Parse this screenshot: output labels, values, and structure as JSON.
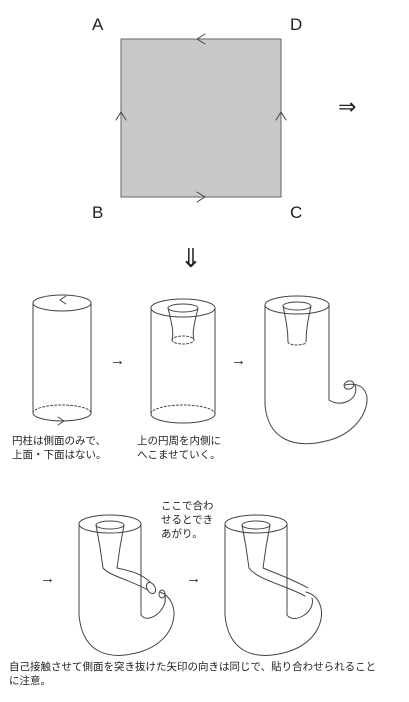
{
  "square": {
    "corners": {
      "top_left": "A",
      "top_right": "D",
      "bottom_left": "B",
      "bottom_right": "C"
    },
    "fill_color": "#c8c8c8"
  },
  "arrows": {
    "right": "⇒",
    "down": "⇓",
    "step": "→"
  },
  "captions": {
    "cylinder": "円柱は側面のみで、\n上面・下面はない。",
    "push_in": "上の円周を内側に\nへこませていく。",
    "join": "ここで合わ\nせるとでき\nあがり。",
    "bottom": "自己接触させて側面を突き抜けた矢印の向きは同じで、貼り合わせられること\nに注意。"
  }
}
